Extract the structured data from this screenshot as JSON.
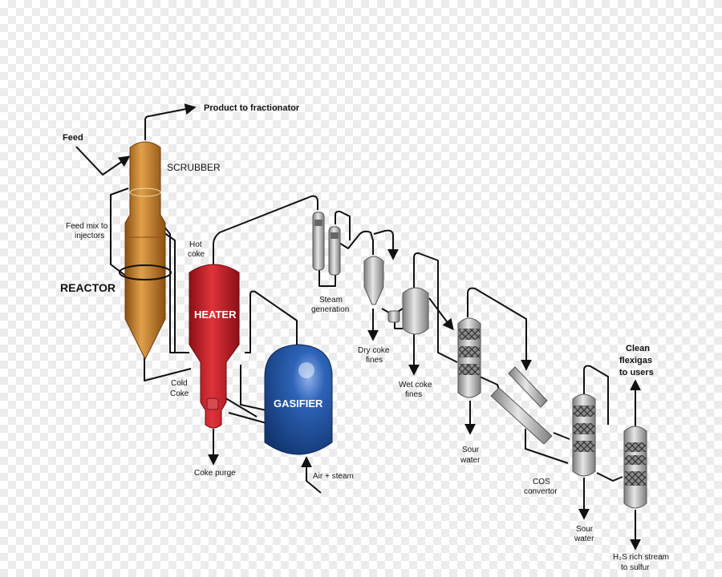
{
  "labels": {
    "product_to_fractionator": "Product to fractionator",
    "feed": "Feed",
    "scrubber": "SCRUBBER",
    "feed_mix_line1": "Feed mix to",
    "feed_mix_line2": "injectors",
    "reactor": "REACTOR",
    "hot_coke_line1": "Hot",
    "hot_coke_line2": "coke",
    "heater": "HEATER",
    "cold_coke_line1": "Cold",
    "cold_coke_line2": "Coke",
    "coke_purge": "Coke purge",
    "gasifier": "GASIFIER",
    "air_steam": "Air + steam",
    "steam_generation_line1": "Steam",
    "steam_generation_line2": "generation",
    "dry_coke_line1": "Dry coke",
    "dry_coke_line2": "fines",
    "wet_coke_line1": "Wet coke",
    "wet_coke_line2": "fines",
    "sour_water_1_line1": "Sour",
    "sour_water_1_line2": "water",
    "cos_line1": "COS",
    "cos_line2": "convertor",
    "sour_water_2_line1": "Sour",
    "sour_water_2_line2": "water",
    "clean_line1": "Clean",
    "clean_line2": "flexigas",
    "clean_line3": "to users",
    "h2s_line1": "H₂S rich stream",
    "h2s_line2": "to sulfur"
  },
  "colors": {
    "reactor": "#c87f2a",
    "heater": "#c8202a",
    "gasifier": "#1f4f9a",
    "equipment_grey": "#b9b9b9"
  }
}
